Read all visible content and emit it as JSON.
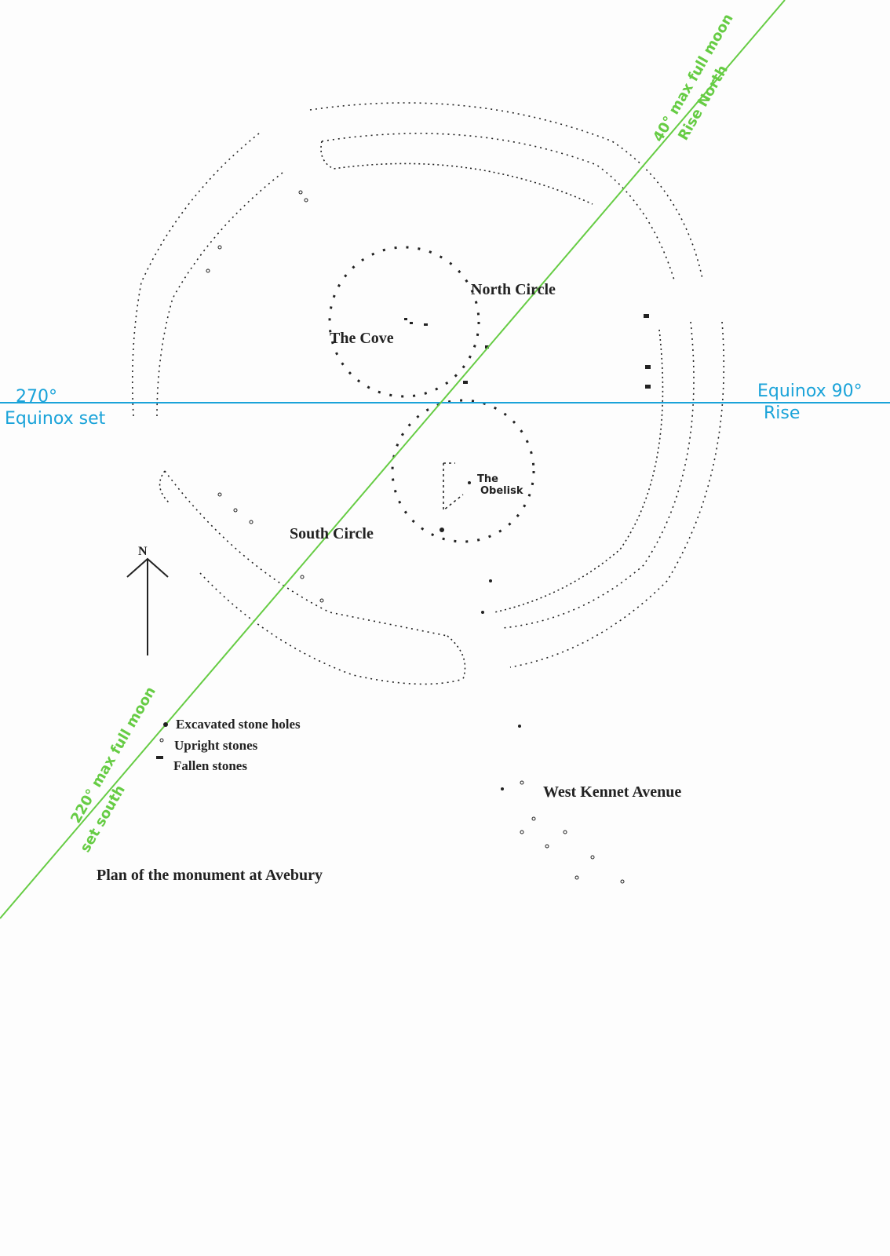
{
  "labels": {
    "north_circle": "North Circle",
    "the_cove": "The Cove",
    "the_obelisk_line1": "The",
    "the_obelisk_line2": "Obelisk",
    "south_circle": "South Circle",
    "north_arrow": "N",
    "west_kennet_avenue": "West Kennet Avenue",
    "caption": "Plan of the monument at Avebury"
  },
  "legend": {
    "items": [
      {
        "symbol": "excavated-hole",
        "label": "Excavated stone holes"
      },
      {
        "symbol": "upright-stone",
        "label": "Upright stones"
      },
      {
        "symbol": "fallen-stone",
        "label": "Fallen stones"
      }
    ]
  },
  "annotations": {
    "equinox_set_deg": "270°",
    "equinox_set": "Equinox set",
    "equinox_rise": "Equinox 90°",
    "equinox_rise_2": "Rise",
    "moon_north_1": "40° max full moon",
    "moon_north_2": "Rise North",
    "moon_south_1": "220° max full moon",
    "moon_south_2": "set south"
  },
  "colors": {
    "equinox_line": "#1aa3d9",
    "moon_line": "#66cc44",
    "ink": "#222222"
  }
}
